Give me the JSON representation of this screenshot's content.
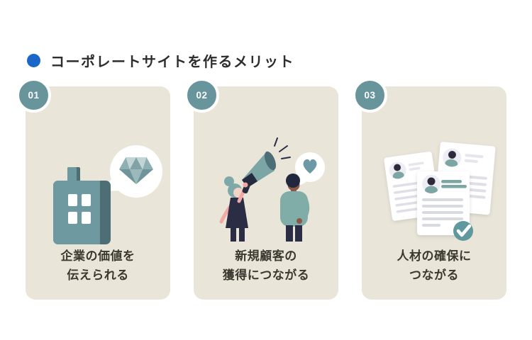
{
  "header": {
    "title": "コーポレートサイトを作るメリット"
  },
  "cards": [
    {
      "number": "01",
      "label_line1": "企業の価値を",
      "label_line2": "伝えられる",
      "illustration": "building-with-diamond-speech-bubble"
    },
    {
      "number": "02",
      "label_line1": "新規顧客の",
      "label_line2": "獲得につながる",
      "illustration": "woman-with-megaphone-and-man-with-heart-bubble"
    },
    {
      "number": "03",
      "label_line1": "人材の確保に",
      "label_line2": "つながる",
      "illustration": "resume-documents-with-checkmark"
    }
  ],
  "colors": {
    "title_bullet_blue": "#1B66C9",
    "card_background": "#E9E5D9",
    "number_badge_teal": "#68949B",
    "accent_teal": "#6F99A1",
    "dark_teal": "#4E6E75",
    "dark_navy": "#2A2D43",
    "sweater_teal": "#81ADA9",
    "skin_pink": "#F2A9A4",
    "skin_brown": "#8A5848",
    "label_text": "#3B382F",
    "check_circle": "#5F999E"
  }
}
